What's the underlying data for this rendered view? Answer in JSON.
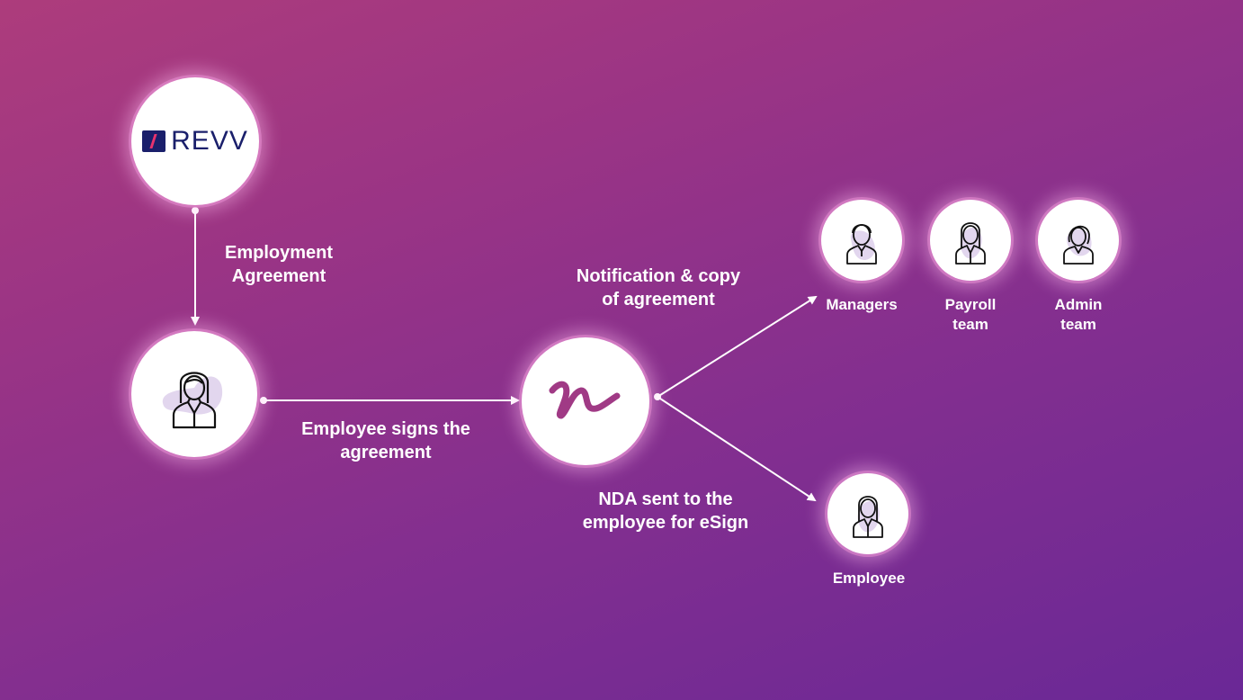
{
  "diagram": {
    "type": "flow",
    "colors": {
      "background_start": "#ad3c7c",
      "background_end": "#6a2896",
      "node_fill": "#ffffff",
      "node_glow": "#e88cd2",
      "edge": "#ffffff",
      "signature": "#a03a85",
      "logo_navy": "#1a1f6b",
      "logo_accent": "#e8336e",
      "avatar_blob": "#e2d6ee"
    },
    "nodes": {
      "revv": {
        "logo_text": "REVV",
        "icon": "revv-logo"
      },
      "employee_signer": {
        "icon": "woman-employee-icon"
      },
      "esign": {
        "icon": "signature-icon"
      },
      "managers": {
        "label": "Managers",
        "icon": "man-icon"
      },
      "payroll": {
        "label": "Payroll\nteam",
        "icon": "woman-employee-icon"
      },
      "admin": {
        "label": "Admin\nteam",
        "icon": "woman-short-hair-icon"
      },
      "employee": {
        "label": "Employee",
        "icon": "woman-employee-icon"
      }
    },
    "edges": {
      "revv_to_employee": "Employment\nAgreement",
      "employee_to_esign": "Employee signs the\nagreement",
      "esign_to_recipients": "Notification & copy\nof agreement",
      "esign_to_employee": "NDA sent to the\nemployee for eSign"
    }
  }
}
